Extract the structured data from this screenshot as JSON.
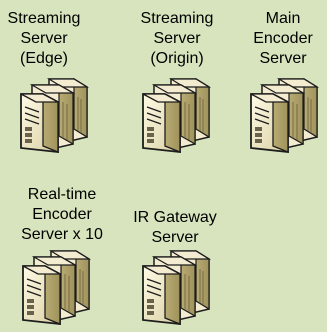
{
  "diagram": {
    "nodes": [
      {
        "id": "streaming-edge",
        "label": "Streaming\nServer\n(Edge)",
        "icon": "server-rack-icon"
      },
      {
        "id": "streaming-origin",
        "label": "Streaming\nServer\n(Origin)",
        "icon": "server-rack-icon"
      },
      {
        "id": "main-encoder",
        "label": "Main\nEncoder\nServer",
        "icon": "server-rack-icon"
      },
      {
        "id": "realtime-encoder",
        "label": "Real-time\nEncoder\nServer x 10",
        "icon": "server-rack-icon"
      },
      {
        "id": "ir-gateway",
        "label": "IR Gateway\nServer",
        "icon": "server-rack-icon"
      }
    ],
    "colors": {
      "background": "#d7e4bd",
      "server_front_light": "#fffbe6",
      "server_front_dark": "#d9cfa2",
      "server_side": "#b8ab73",
      "server_top": "#f4ecd0",
      "server_outline": "#1c1c1c"
    }
  }
}
